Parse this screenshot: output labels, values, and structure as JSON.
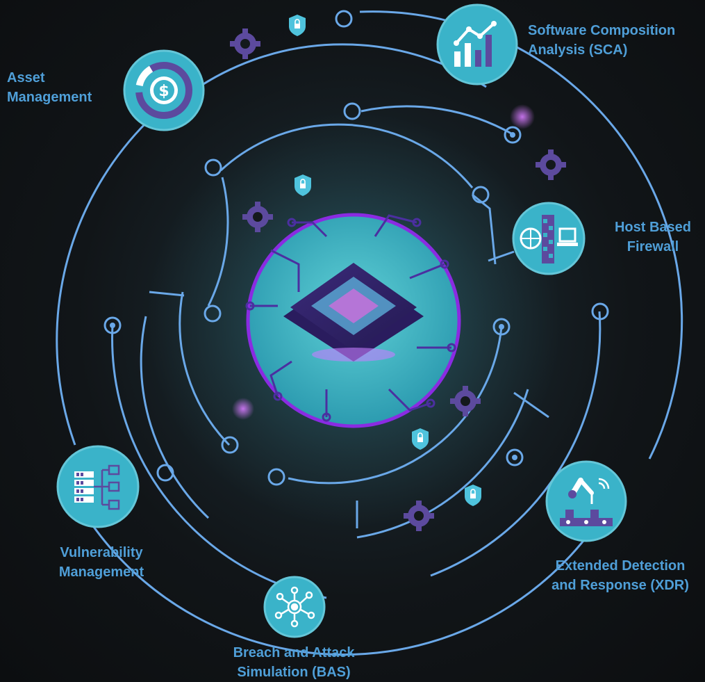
{
  "nodes": {
    "asset": {
      "line1": "Asset",
      "line2": "Management",
      "icon": "dollar-icon"
    },
    "sca": {
      "line1": "Software Composition",
      "line2": "Analysis (SCA)",
      "icon": "bar-chart-icon"
    },
    "firewall": {
      "line1": "Host Based",
      "line2": "Firewall",
      "icon": "firewall-icon"
    },
    "xdr": {
      "line1": "Extended Detection",
      "line2": "and Response (XDR)",
      "icon": "robot-arm-icon"
    },
    "bas": {
      "line1": "Breach and Attack",
      "line2": "Simulation (BAS)",
      "icon": "network-hub-icon"
    },
    "vuln": {
      "line1": "Vulnerability",
      "line2": "Management",
      "icon": "server-tree-icon"
    }
  },
  "colors": {
    "accent_blue": "#4f9fd8",
    "node_teal": "#3ab3c9",
    "ring_line": "#6aa8e8",
    "gear_purple": "#5c4a9e",
    "chip_purple": "#7b2fd6"
  }
}
